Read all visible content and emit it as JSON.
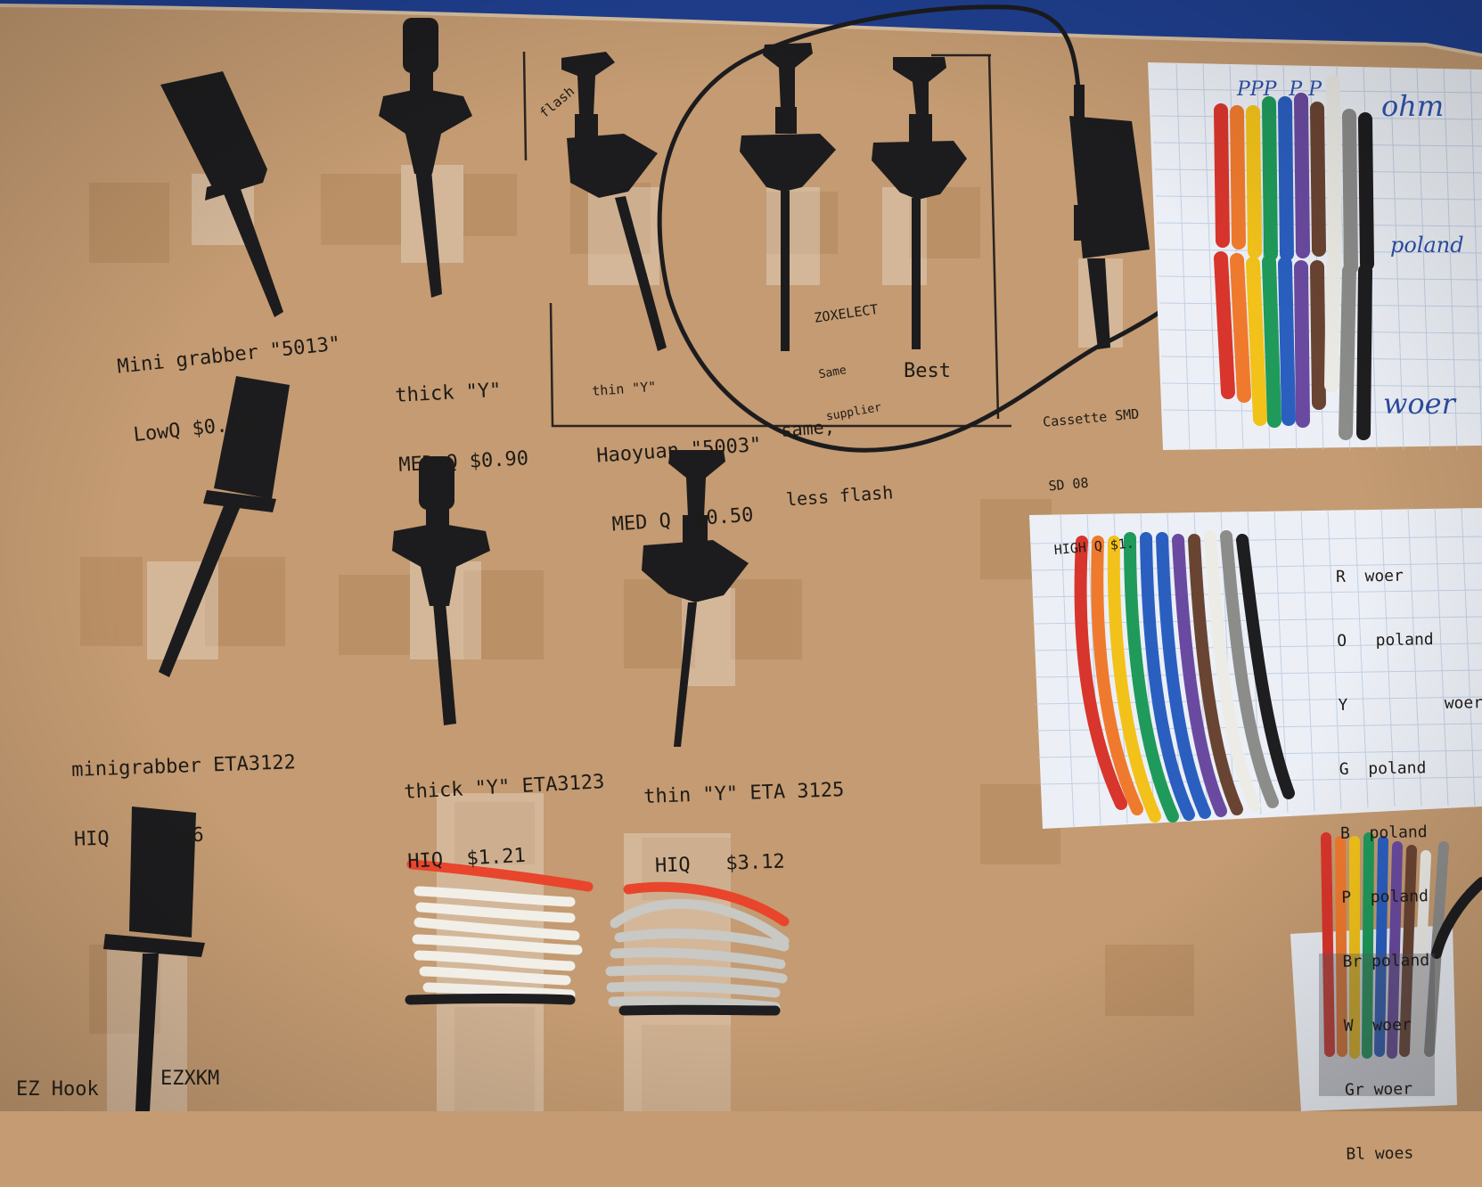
{
  "labels": {
    "mini_grabber": [
      "Mini grabber \"5013\"",
      "LowQ $0.12"
    ],
    "thick_y_top": [
      "thick \"Y\"",
      "MED Q $0.90"
    ],
    "flash": "flash",
    "haoyuan": [
      "thin \"Y\"",
      "Haoyuan \"5003\"",
      "MED Q  $0.50"
    ],
    "zoxelect": "ZOXELECT",
    "same_supplier": [
      "Same",
      "supplier"
    ],
    "same_less_flash": [
      "same,",
      "less flash"
    ],
    "best": "Best",
    "smd": [
      "Cassette SMD",
      "SD 08",
      "HIGH Q $1."
    ],
    "mini_grabber_eta": [
      "minigrabber ETA3122",
      "HIQ   $1.56"
    ],
    "thick_y_eta": [
      "thick \"Y\" ETA3123",
      "HIQ  $1.21"
    ],
    "thin_y_eta": [
      "thin \"Y\" ETA 3125",
      "HIQ   $3.12"
    ],
    "ez_hook": "EZ Hook",
    "ezxkm": "EZXKM",
    "card1_ppp": "PPP  P P",
    "card1_right": [
      "ohm",
      "poland",
      "woer"
    ],
    "card2_list": [
      "R  woer",
      "O   poland",
      "Y          woer",
      "G  poland",
      "B  poland",
      "P  poland",
      "Br poland",
      "W  woer",
      "Gr woer",
      "Bl woes"
    ]
  },
  "colors": {
    "board": "#c49b72",
    "blue_stripe": "#1f3f8f",
    "probe": "#1c1c1e",
    "ink": "#1e1a16",
    "pen_blue": "#2a4a9a",
    "tube_red": "#d8352c",
    "tube_orange": "#ef7a2e",
    "tube_yellow": "#f2c21a",
    "tube_green": "#1f9a5a",
    "tube_blue": "#2a5fc0",
    "tube_purple": "#6a4aa0",
    "tube_brown": "#6a4432",
    "tube_white": "#ecebe6",
    "tube_gray": "#8c8c8a",
    "tube_black": "#1e1e20"
  }
}
